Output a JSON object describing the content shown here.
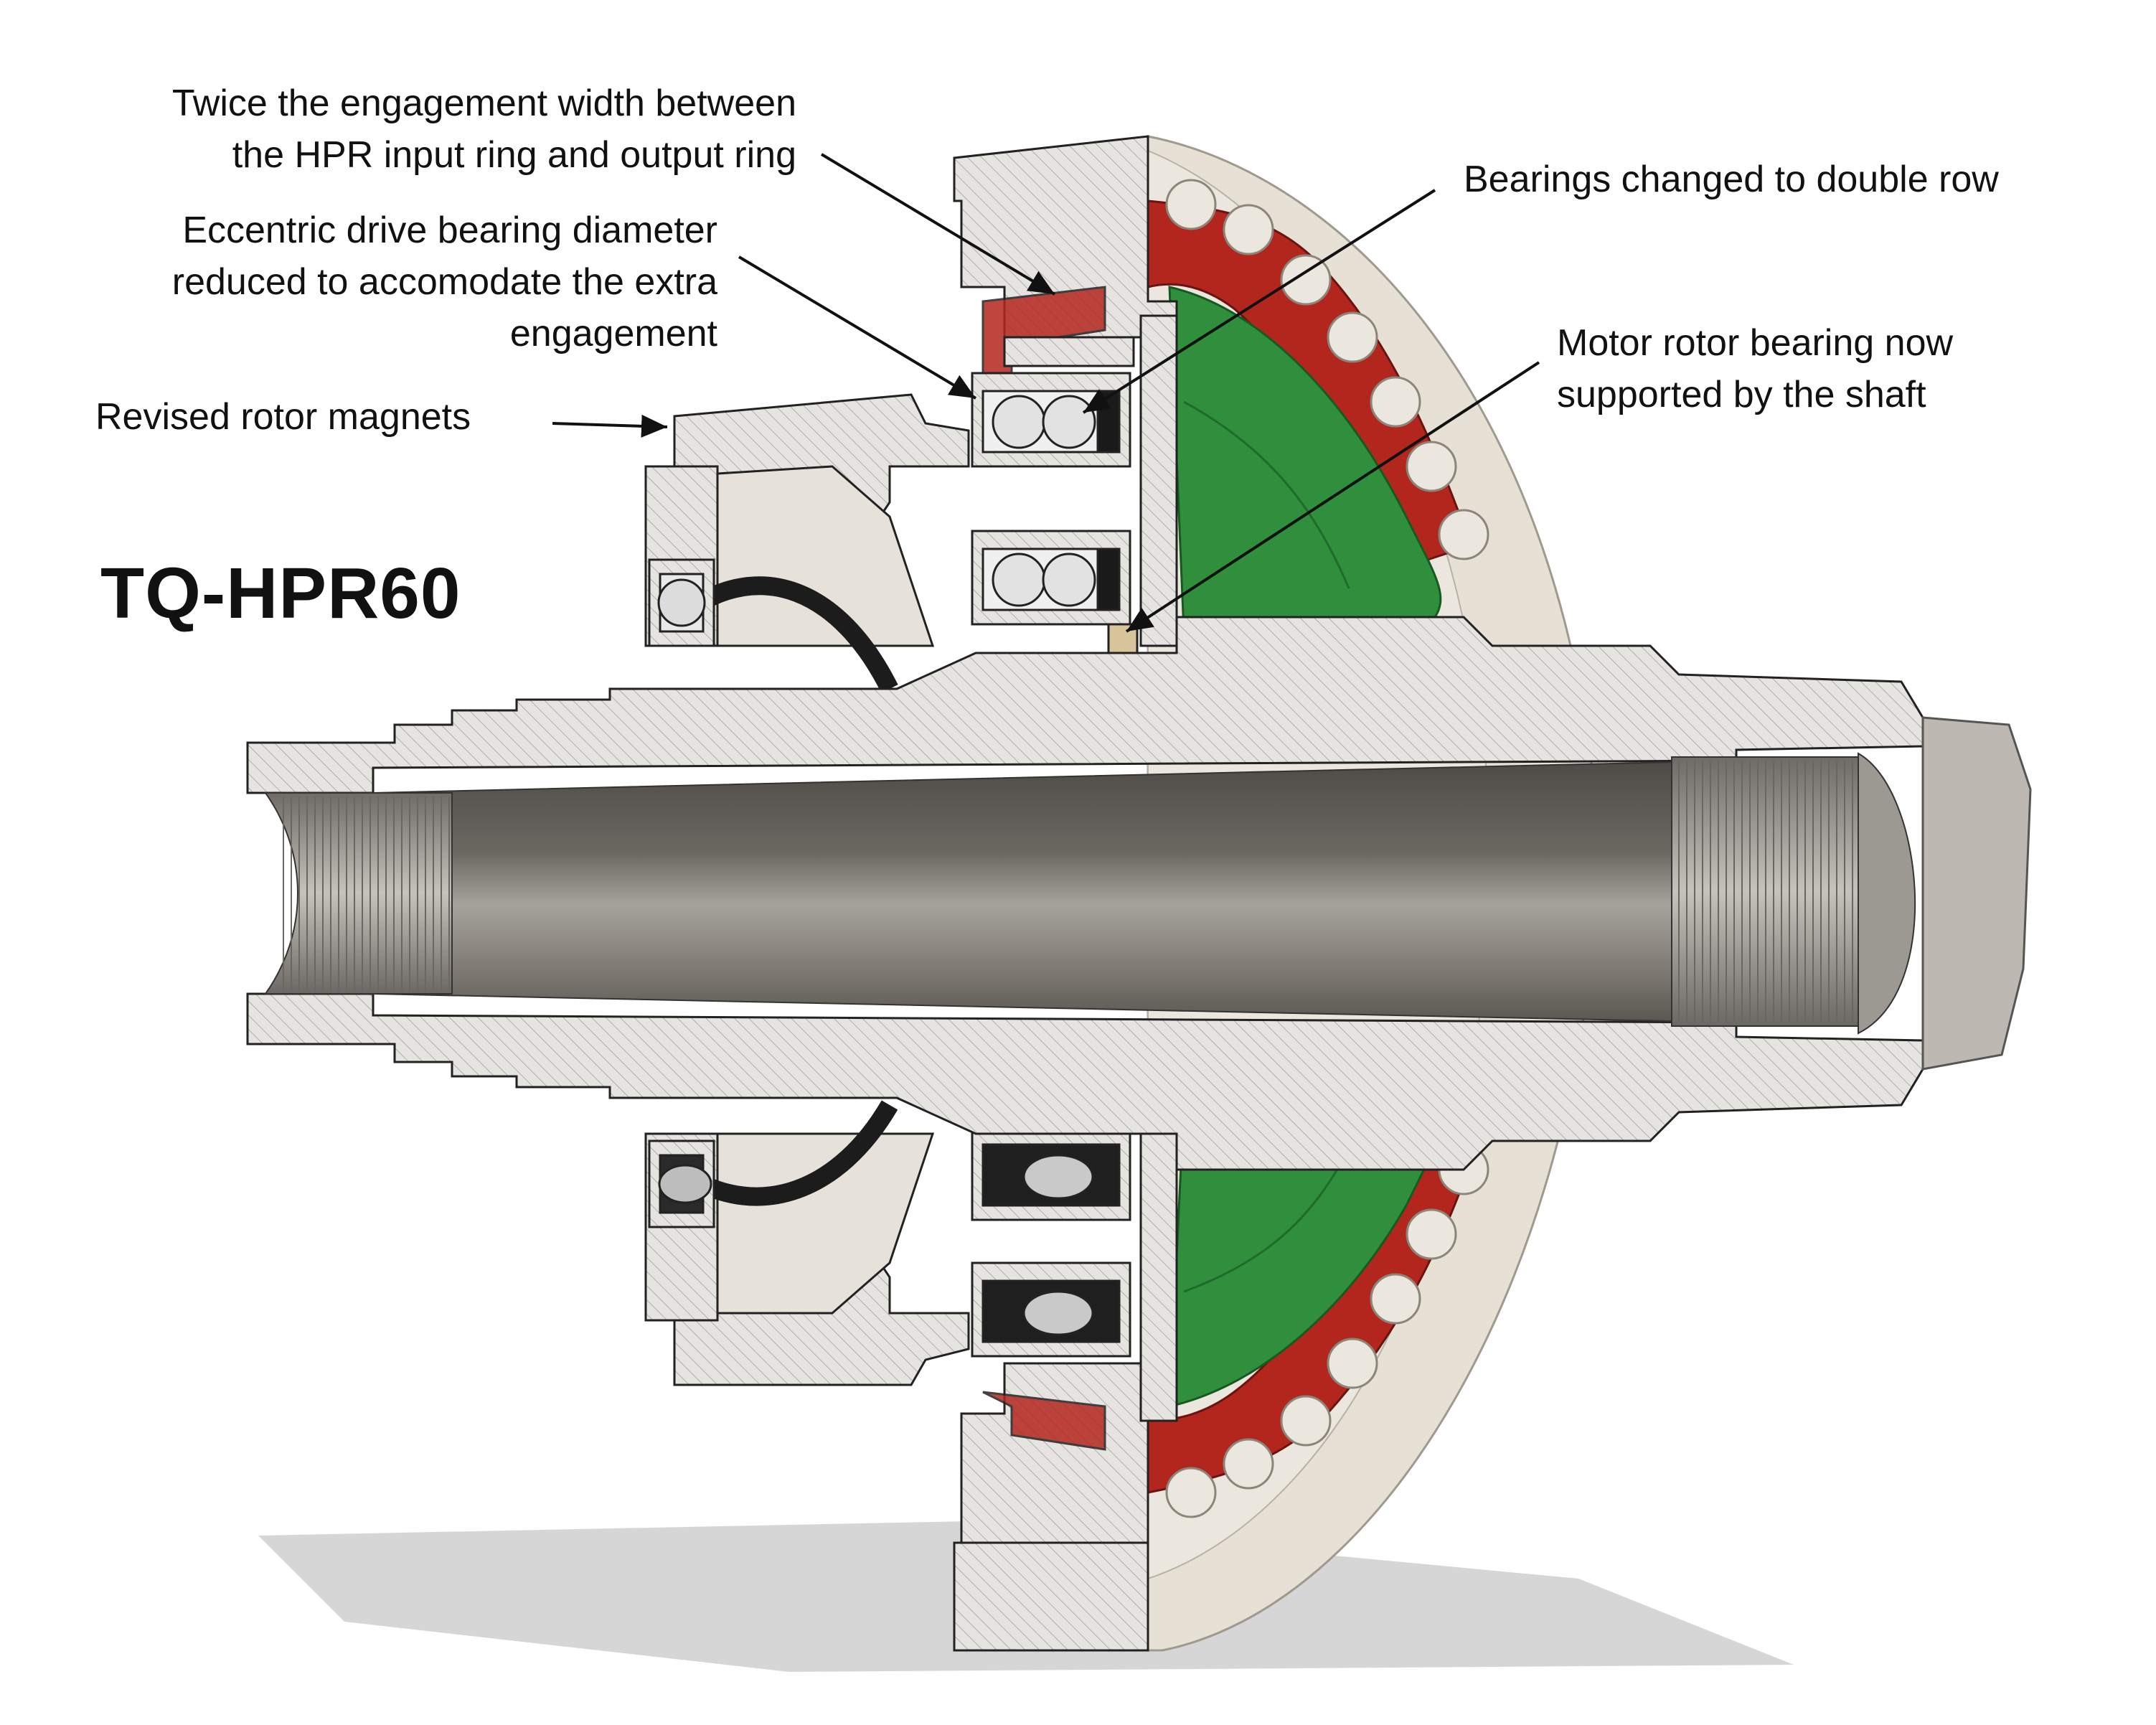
{
  "title": "TQ-HPR60",
  "annotations": {
    "engagement_width": [
      "Twice the engagement width between",
      "the HPR input ring and output ring"
    ],
    "eccentric_bearing": [
      "Eccentric drive bearing diameter",
      "reduced to accomodate the extra",
      "engagement"
    ],
    "rotor_magnets": [
      "Revised rotor magnets"
    ],
    "double_row": [
      "Bearings changed to double row"
    ],
    "rotor_bearing": [
      "Motor rotor bearing now",
      "supported by the shaft"
    ]
  },
  "colors": {
    "steel": "#e4e2df",
    "hatch": "#9a9894",
    "outline": "#222222",
    "bore_dark": "#5d5a55",
    "bore_light": "#a7a49e",
    "gear_green": "#2e8c3c",
    "gear_red": "#b3261e",
    "housing_beige": "#e8e2d8",
    "bearing_black": "#1a1a1a",
    "shadow": "#c7c7c7"
  }
}
